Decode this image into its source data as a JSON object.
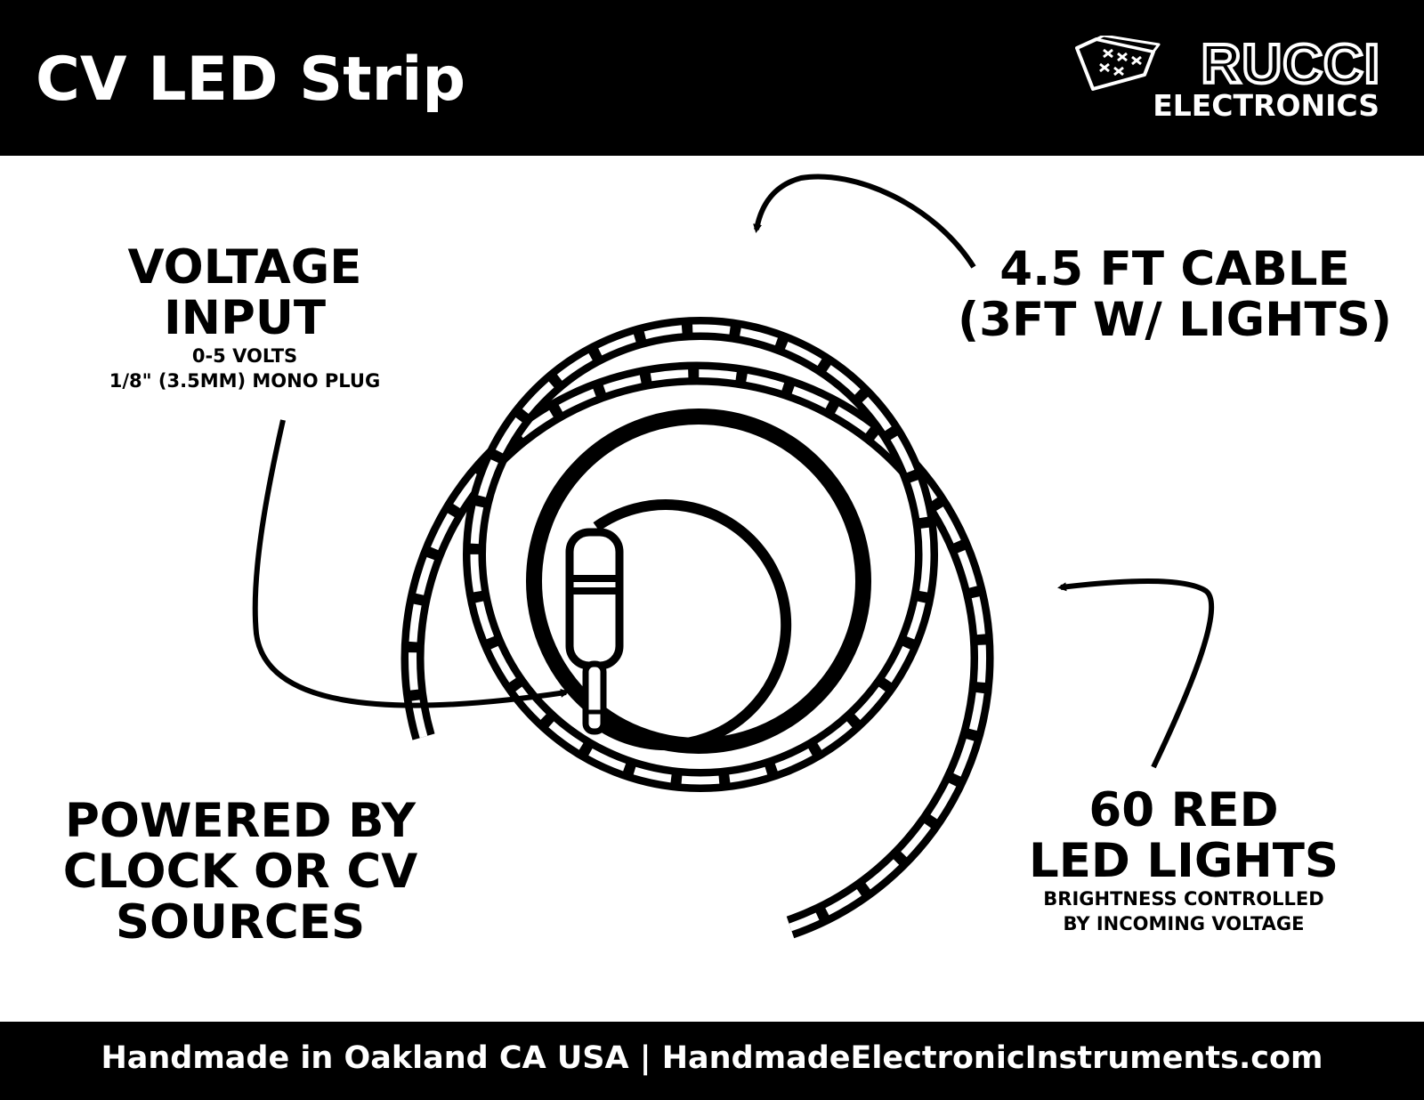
{
  "header": {
    "title": "CV LED Strip",
    "logo": {
      "word": "RUCCI",
      "sub": "ELECTRONICS"
    }
  },
  "labels": {
    "voltage_input": {
      "line1": "VOLTAGE",
      "line2": "INPUT",
      "detail1": "0-5 VOLTS",
      "detail2": "1/8\" (3.5MM) MONO PLUG"
    },
    "cable": {
      "line1": "4.5 FT CABLE",
      "line2": "(3FT W/ LIGHTS)"
    },
    "powered": {
      "line1": "POWERED BY",
      "line2": "CLOCK OR CV",
      "line3": "SOURCES"
    },
    "lights": {
      "line1": "60 RED",
      "line2": "LED LIGHTS",
      "detail1": "BRIGHTNESS CONTROLLED",
      "detail2": "BY INCOMING VOLTAGE"
    }
  },
  "footer": {
    "text": "Handmade in Oakland CA USA | HandmadeElectronicInstruments.com"
  },
  "colors": {
    "background": "#ffffff",
    "ink": "#000000"
  },
  "icons": [
    "circuit-board-logo-icon",
    "mono-plug-icon",
    "arrow-icon"
  ]
}
